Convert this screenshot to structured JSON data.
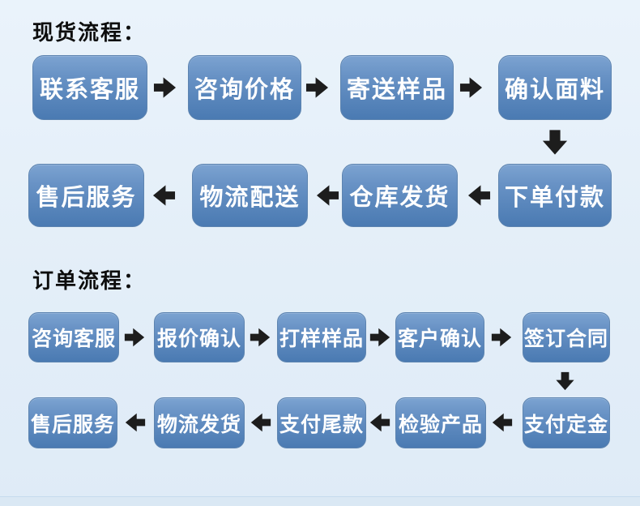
{
  "headings": {
    "spot": "现货流程：",
    "order": "订单流程："
  },
  "spot": {
    "row1": [
      "联系客服",
      "咨询价格",
      "寄送样品",
      "确认面料"
    ],
    "row2": [
      "售后服务",
      "物流配送",
      "仓库发货",
      "下单付款"
    ]
  },
  "order": {
    "row1": [
      "咨询客服",
      "报价确认",
      "打样样品",
      "客户确认",
      "签订合同"
    ],
    "row2": [
      "售后服务",
      "物流发货",
      "支付尾款",
      "检验产品",
      "支付定金"
    ]
  },
  "flow_direction": {
    "spot_row1": "left-to-right",
    "spot_row2": "right-to-left",
    "order_row1": "left-to-right",
    "order_row2": "right-to-left"
  },
  "colors": {
    "background": "#E3EEF8",
    "box_gradient_top": "#7CA3D1",
    "box_gradient_bottom": "#4A7AB2",
    "box_text": "#FFFFFF",
    "heading_text": "#0D0D0D",
    "arrow": "#1D1D1D"
  }
}
